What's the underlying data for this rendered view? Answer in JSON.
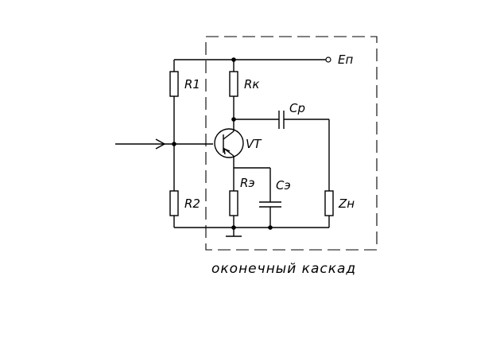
{
  "diagram": {
    "labels": {
      "R1": "R1",
      "R2": "R2",
      "Rk": "Rк",
      "Re": "Rэ",
      "Cp": "Cр",
      "Ce": "Cэ",
      "Zn": "Zн",
      "VT": "VT",
      "En": "Eп"
    },
    "caption": "оконечный каскад"
  }
}
